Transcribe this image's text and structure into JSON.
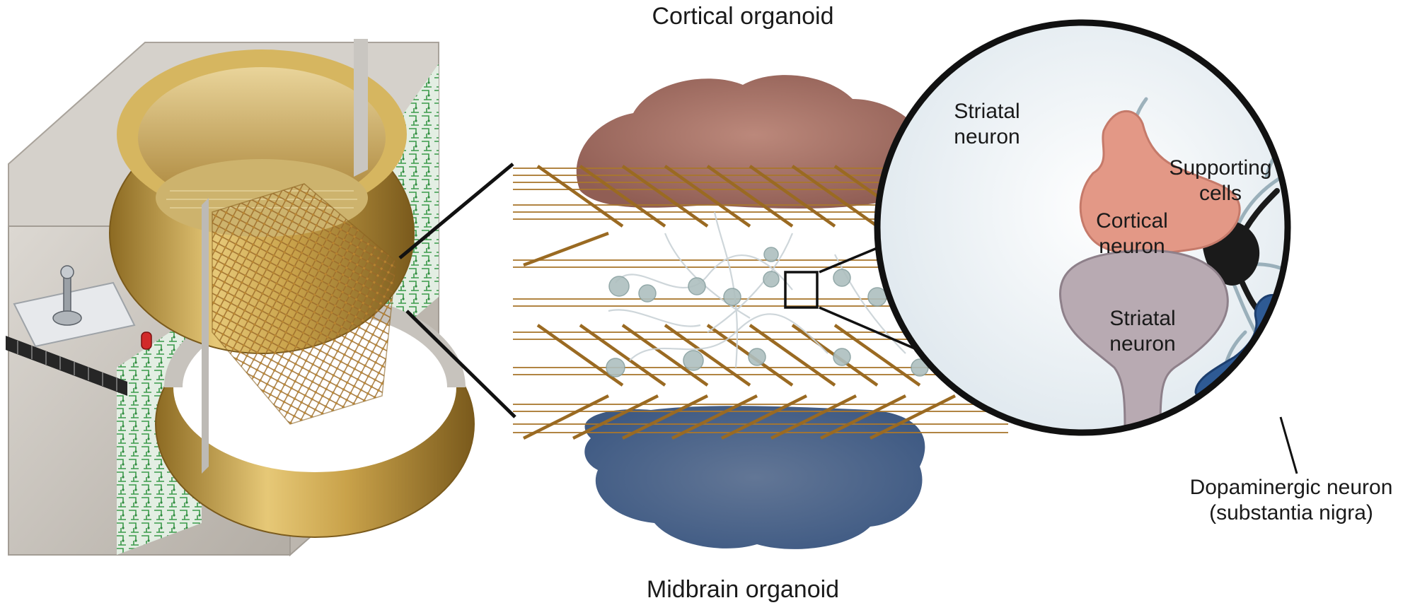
{
  "labels": {
    "cortical_organoid": "Cortical organoid",
    "midbrain_organoid": "Midbrain organoid",
    "striatal_neuron_callout": "Striatal\nneuron",
    "supporting_cells": "Supporting\ncells",
    "cortical_neuron": "Cortical\nneuron",
    "striatal_neuron_inset": "Striatal\nneuron",
    "dopaminergic_neuron": "Dopaminergic neuron\n(substantia nigra)"
  },
  "colors": {
    "device_body": "#c9c4bd",
    "gold": "#c9a24a",
    "cortical_organoid": "#a06a5f",
    "midbrain_organoid": "#3f5f8c",
    "electrode_grid": "#9a6a2a",
    "cortical_neuron": "#e39886",
    "striatal_neuron": "#b3a6ad",
    "dopaminergic_neuron": "#2e5a94",
    "supporting_cell": "#1a1a1a",
    "circuit_green": "#3a9a4a"
  }
}
